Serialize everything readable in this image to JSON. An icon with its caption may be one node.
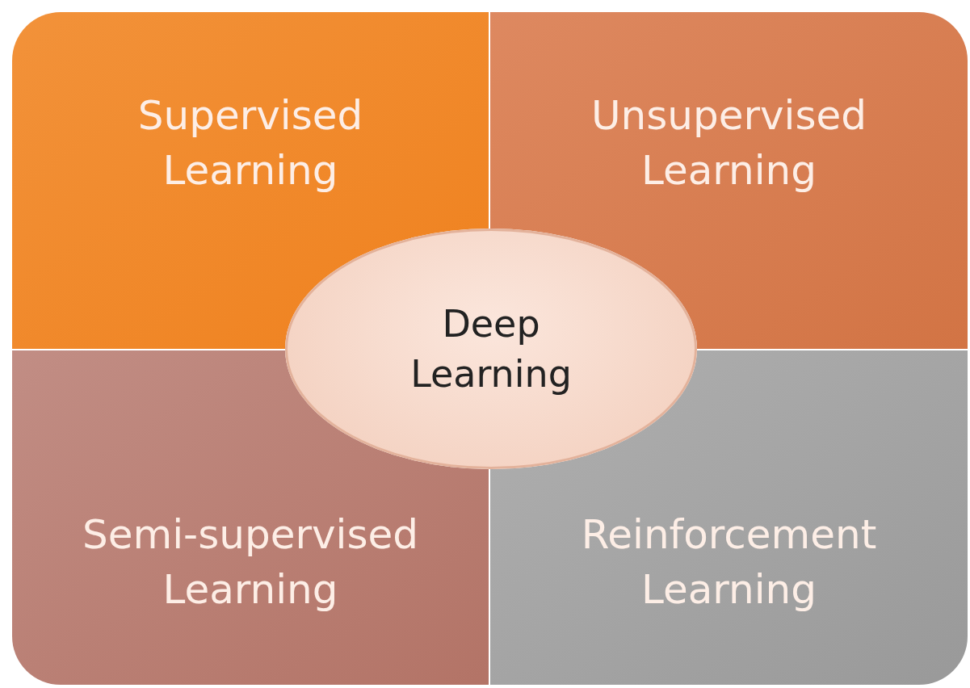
{
  "diagram": {
    "nodes": [
      {
        "text": [
          "Supervised Learning"
        ]
      },
      {
        "text": [
          "Unsupervised Learning"
        ]
      },
      {
        "text": [
          "Semi-supervised Learning"
        ]
      },
      {
        "text": [
          "Reinforcement Learning"
        ]
      },
      {
        "text": [
          "Deep Learning"
        ]
      }
    ]
  }
}
